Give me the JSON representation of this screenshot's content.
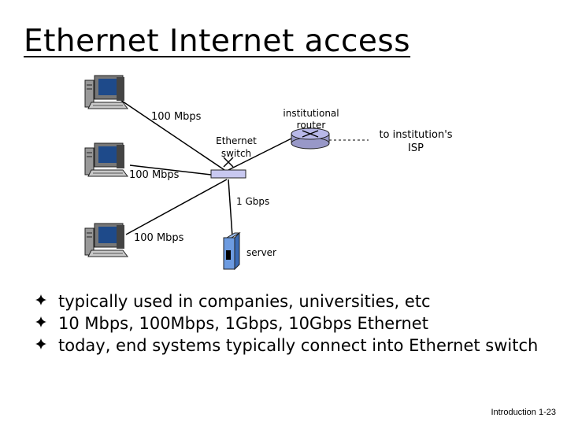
{
  "slide": {
    "title": "Ethernet Internet access",
    "footer": "Introduction 1-23"
  },
  "diagram": {
    "labels": {
      "link_host1": "100 Mbps",
      "link_host2": "100 Mbps",
      "link_host3": "100 Mbps",
      "switch_line1": "Ethernet",
      "switch_line2": "switch",
      "router_line1": "institutional",
      "router_line2": "router",
      "isp_line1": "to institution's",
      "isp_line2": "ISP",
      "link_server": "1 Gbps",
      "server": "server"
    }
  },
  "bullets": [
    "typically used in companies, universities, etc",
    "10 Mbps, 100Mbps, 1Gbps, 10Gbps Ethernet",
    "today, end systems typically connect into Ethernet switch"
  ],
  "colors": {
    "router": "#b8b8e8",
    "switch": "#c8c8f0",
    "monitor_screen": "#1e4a8a",
    "server": "#6d9be0"
  }
}
